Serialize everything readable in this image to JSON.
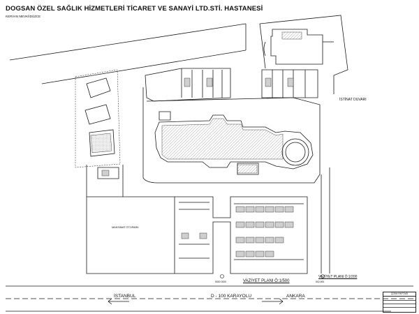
{
  "header": {
    "title": "DOGSAN ÖZEL SAĞLIK HİZMETLERİ TİCARET VE SANAYİ LTD.STİ. HASTANESİ",
    "subtitle": "KERVAN MEVKİİDÜZCE"
  },
  "labels": {
    "istinat_duvari": "İSTİNAT DUVARI",
    "parking": "MAKSIMAT ÖTOPARK",
    "vaziyet_500": "VAZİYET PLANI Ö:1/500",
    "vaziyet_200": "VAZİYET PLANI Ö:1/200",
    "note_left": "5000 0000",
    "note_right": "502,500"
  },
  "road": {
    "west": "İSTANBUL",
    "center": "D - 100 KARAYOLU",
    "east": "ANKARA"
  },
  "title_block": {
    "header": "ÇİZİM PAFTASI"
  },
  "colors": {
    "line": "#1a1a1a",
    "hatch": "#6a6a6a",
    "background": "#ffffff"
  }
}
